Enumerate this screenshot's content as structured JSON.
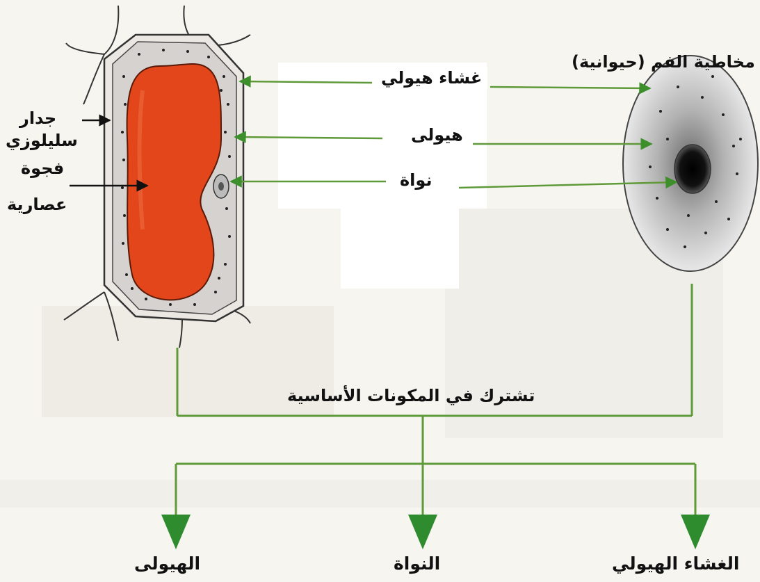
{
  "plant_labels": {
    "cell_wall": [
      "جدار",
      "سليلوزي"
    ],
    "vacuole": [
      "فجوة",
      "عصارية"
    ]
  },
  "animal_cell_title": "مخاطية الفم (حيوانية)",
  "shared_labels": {
    "membrane": "غشاء هيولي",
    "cytoplasm": "هيولى",
    "nucleus": "نواة"
  },
  "common_components_title": "تشترك في المكونات الأساسية",
  "components": [
    "الهيولى",
    "النواة",
    "الغشاء الهيولي"
  ],
  "colors": {
    "line": "#5f9a3a",
    "arrow_head": "#2e8b2e",
    "vacuole": "#e2461a",
    "cytoplasm": "#d9d6d6",
    "wall_stroke": "#333333"
  }
}
